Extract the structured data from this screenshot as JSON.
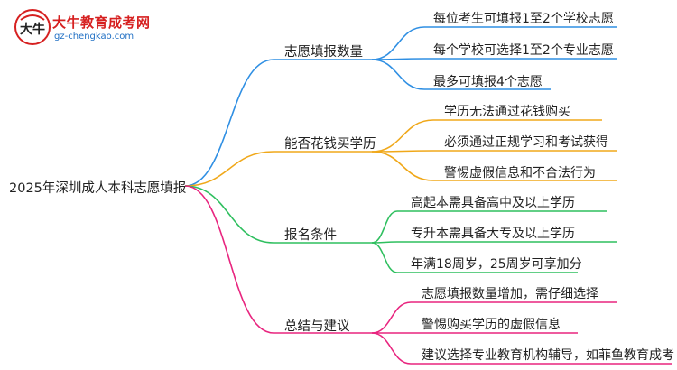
{
  "logo": {
    "title": "大牛教育成考网",
    "url": "gz-chengkao.com",
    "mark_text": "大牛",
    "mark_color": "#d62020"
  },
  "root": {
    "label": "2025年深圳成人本科志愿填报"
  },
  "branches": [
    {
      "label": "志愿填报数量",
      "color": "#2f8fe3",
      "leaves": [
        "每位考生可填报1至2个学校志愿",
        "每个学校可选择1至2个专业志愿",
        "最多可填报4个志愿"
      ]
    },
    {
      "label": "能否花钱买学历",
      "color": "#f0a81a",
      "leaves": [
        "学历无法通过花钱购买",
        "必须通过正规学习和考试获得",
        "警惕虚假信息和不合法行为"
      ]
    },
    {
      "label": "报名条件",
      "color": "#2fbf5f",
      "leaves": [
        "高起本需具备高中及以上学历",
        "专升本需具备大专及以上学历",
        "年满18周岁，25周岁可享加分"
      ]
    },
    {
      "label": "总结与建议",
      "color": "#e8257f",
      "leaves": [
        "志愿填报数量增加，需仔细选择",
        "警惕购买学历的虚假信息",
        "建议选择专业教育机构辅导，如菲鱼教育成考"
      ]
    }
  ]
}
